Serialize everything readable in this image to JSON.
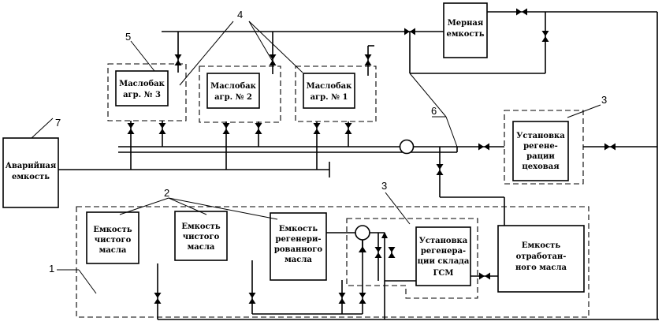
{
  "tanks": {
    "measuring": [
      "Мерная",
      "емкость"
    ],
    "oil_tank_3": [
      "Маслобак",
      "агр. № 3"
    ],
    "oil_tank_2": [
      "Маслобак",
      "агр. № 2"
    ],
    "oil_tank_1": [
      "Маслобак",
      "агр. № 1"
    ],
    "emergency": [
      "Аварийная",
      "емкость"
    ],
    "regen_shop": [
      "Установка",
      "регене-",
      "рации",
      "цеховая"
    ],
    "clean_oil_a": [
      "Емкость",
      "чистого",
      "масла"
    ],
    "clean_oil_b": [
      "Емкость",
      "чистого",
      "масла"
    ],
    "regenerated_oil": [
      "Емкость",
      "регенери-",
      "рованного",
      "масла"
    ],
    "regen_warehouse": [
      "Установка",
      "регенера-",
      "ции склада",
      "ГСМ"
    ],
    "waste_oil": [
      "Емкость",
      "отработан-",
      "ного масла"
    ]
  },
  "callouts": {
    "n1": "1",
    "n2": "2",
    "n3_top": "3",
    "n3_bottom": "3",
    "n4": "4",
    "n5": "5",
    "n6": "6",
    "n7": "7"
  }
}
